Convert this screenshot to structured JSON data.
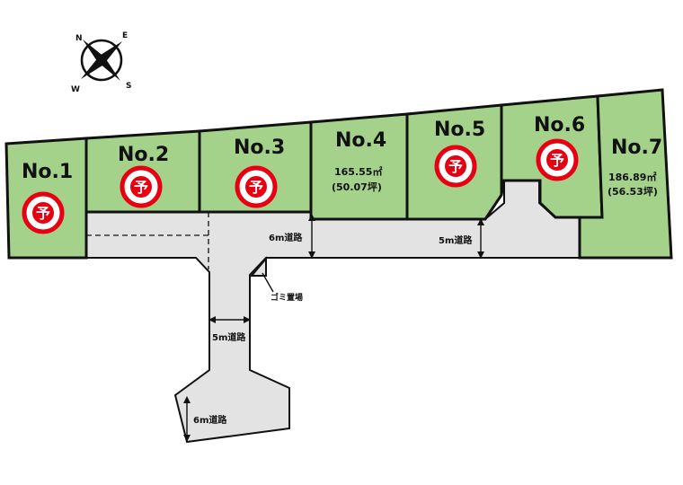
{
  "badge_text": "予",
  "compass": {
    "n": "N",
    "e": "E",
    "s": "S",
    "w": "W"
  },
  "lots": [
    {
      "id": "1",
      "label": "No.1",
      "badge": true
    },
    {
      "id": "2",
      "label": "No.2",
      "badge": true
    },
    {
      "id": "3",
      "label": "No.3",
      "badge": true
    },
    {
      "id": "4",
      "label": "No.4",
      "badge": false,
      "area_m2": "165.55㎡",
      "area_tsubo": "(50.07坪)"
    },
    {
      "id": "5",
      "label": "No.5",
      "badge": true
    },
    {
      "id": "6",
      "label": "No.6",
      "badge": true
    },
    {
      "id": "7",
      "label": "No.7",
      "badge": false,
      "area_m2": "186.89㎡",
      "area_tsubo": "(56.53坪)"
    }
  ],
  "roads": {
    "main_width": "6m道路",
    "right_branch": "5m道路",
    "south_stem": "5m道路",
    "south_end": "6m道路",
    "garbage": "ゴミ置場"
  },
  "colors": {
    "lot_fill": "#a5d28a",
    "road_fill": "#e3e3e3",
    "badge_red": "#e60012",
    "outline": "#111111"
  }
}
